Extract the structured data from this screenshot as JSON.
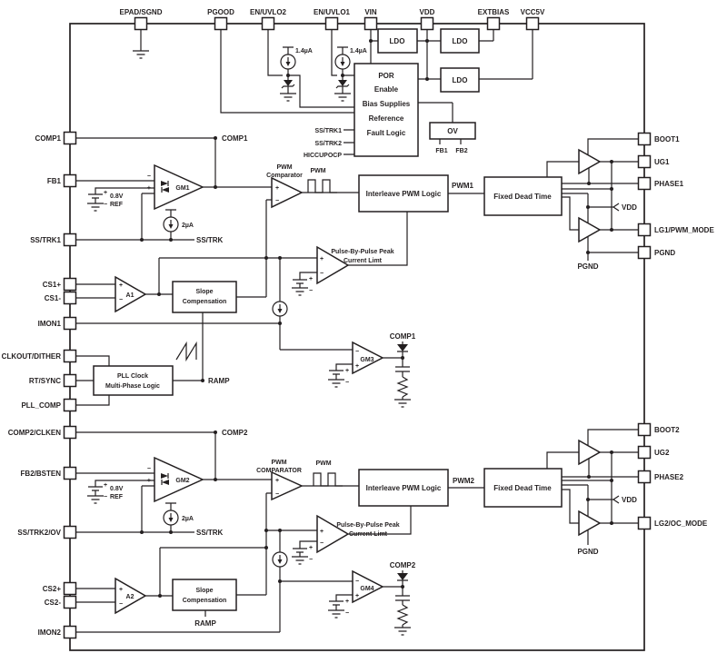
{
  "pins": {
    "top": [
      "EPAD/SGND",
      "PGOOD",
      "EN/UVLO2",
      "EN/UVLO1",
      "VIN",
      "VDD",
      "EXTBIAS",
      "VCC5V"
    ],
    "left": [
      "COMP1",
      "FB1",
      "SS/TRK1",
      "CS1+",
      "CS1-",
      "IMON1",
      "CLKOUT/DITHER",
      "RT/SYNC",
      "PLL_COMP",
      "COMP2/CLKEN",
      "FB2/BSTEN",
      "SS/TRK2/OV",
      "CS2+",
      "CS2-",
      "IMON2"
    ],
    "right": [
      "BOOT1",
      "UG1",
      "PHASE1",
      "LG1/PWM_MODE",
      "PGND",
      "BOOT2",
      "UG2",
      "PHASE2",
      "LG2/OC_MODE"
    ]
  },
  "blocks": {
    "ldo": "LDO",
    "por_lines": [
      "POR",
      "Enable",
      "Bias Supplies",
      "Reference",
      "Fault Logic"
    ],
    "ov": "OV",
    "interleave": "Interleave PWM Logic",
    "fixed_dead_time": "Fixed Dead Time",
    "slope_line1": "Slope",
    "slope_line2": "Compensation",
    "pll_line1": "PLL Clock",
    "pll_line2": "Multi-Phase Logic",
    "pulse_line1": "Pulse-By-Pulse Peak",
    "pulse_line2": "Current Limt",
    "pwm_comp1_line1": "PWM",
    "pwm_comp1_line2": "Comparator",
    "pwm_comp2_line1": "PWM",
    "pwm_comp2_line2": "COMPARATOR"
  },
  "amps": {
    "gm1": "GM1",
    "gm2": "GM2",
    "gm3": "GM3",
    "gm4": "GM4",
    "a1": "A1",
    "a2": "A2"
  },
  "nets": {
    "comp1": "COMP1",
    "comp2": "COMP2",
    "sstrk": "SS/TRK",
    "ramp": "RAMP",
    "pwm": "PWM",
    "pwm1": "PWM1",
    "pwm2": "PWM2",
    "vdd": "VDD",
    "pgnd": "PGND",
    "fb1": "FB1",
    "fb2": "FB2",
    "sstrk1": "SS/TRK1",
    "sstrk2": "SS/TRK2",
    "hiccupocp": "HICCUPOCP"
  },
  "values": {
    "i_en": "1.4µA",
    "i_ss": "2µA",
    "vref": "0.8V",
    "vref_name": "REF"
  },
  "sym": {
    "plus": "+",
    "minus": "−"
  },
  "colors": {
    "ink": "#231f20",
    "bg": "#ffffff"
  }
}
